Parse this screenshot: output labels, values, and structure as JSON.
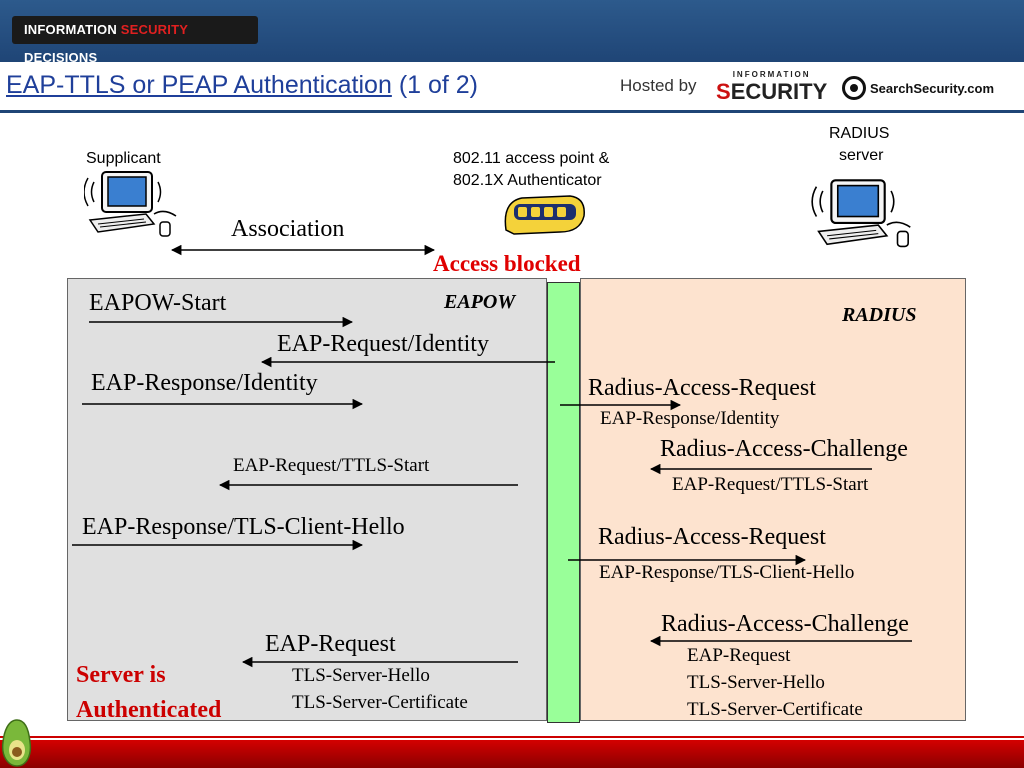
{
  "header": {
    "logo_left": "INFORMATION ",
    "logo_accent": "SECURITY",
    "logo_right": " DECISIONS"
  },
  "title": {
    "main": "EAP-TTLS or PEAP Authentication",
    "sub": "(1 of 2)"
  },
  "sponsor": {
    "hosted_by": "Hosted by",
    "security_small": "INFORMATION",
    "security_big_red": "S",
    "security_big_rest": "ECURITY",
    "searchsecurity": "SearchSecurity.com"
  },
  "nodes": {
    "supplicant": "Supplicant",
    "ap_line1": "802.11 access point &",
    "ap_line2": "802.1X Authenticator",
    "radius_line1": "RADIUS",
    "radius_line2": "server"
  },
  "labels": {
    "association": "Association",
    "access_blocked": "Access blocked",
    "eapow": "EAPOW",
    "radius": "RADIUS"
  },
  "left_messages": {
    "m1": "EAPOW-Start",
    "m2": "EAP-Request/Identity",
    "m3": "EAP-Response/Identity",
    "m4": "EAP-Request/TTLS-Start",
    "m5": "EAP-Response/TLS-Client-Hello",
    "m6": "EAP-Request",
    "m6a": "TLS-Server-Hello",
    "m6b": "TLS-Server-Certificate"
  },
  "right_messages": {
    "r1": "Radius-Access-Request",
    "r1a": "EAP-Response/Identity",
    "r2": "Radius-Access-Challenge",
    "r2a": "EAP-Request/TTLS-Start",
    "r3": "Radius-Access-Request",
    "r3a": "EAP-Response/TLS-Client-Hello",
    "r4": "Radius-Access-Challenge",
    "r4a": "EAP-Request",
    "r4b": "TLS-Server-Hello",
    "r4c": "TLS-Server-Certificate"
  },
  "status": {
    "line1": "Server is",
    "line2": "Authenticated"
  },
  "colors": {
    "title_blue": "#1f3f9a",
    "status_red": "#cc0000",
    "eapow_green": "#99ff99",
    "radius_peach": "#fde3cf",
    "left_gray": "#e0e0e0"
  }
}
